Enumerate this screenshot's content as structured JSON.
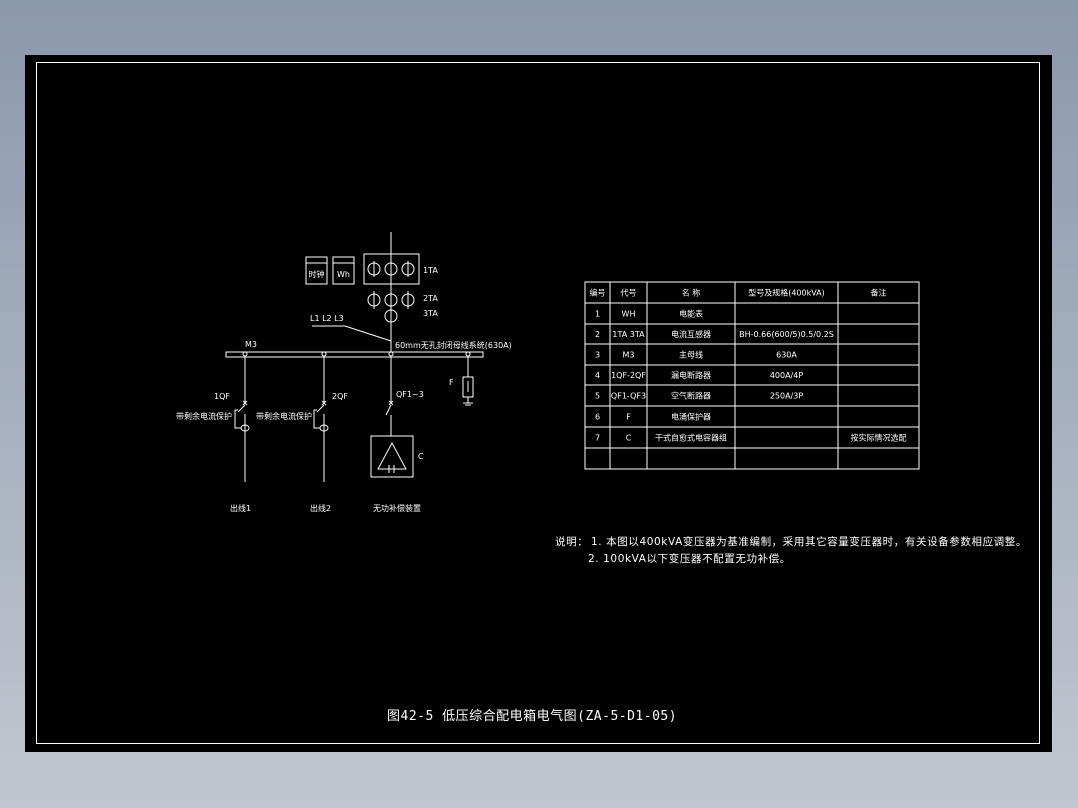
{
  "drawing_title": "图42-5 低压综合配电箱电气图(ZA-5-D1-05)",
  "diagram": {
    "meters": [
      {
        "label": "时钟",
        "semantic": "clock-meter"
      },
      {
        "label": "Wh",
        "semantic": "watt-hour-meter"
      }
    ],
    "ct_labels": {
      "ct1": "1TA",
      "ct2": "2TA",
      "ct3": "3TA"
    },
    "phase_label": "L1 L2 L3",
    "busbar_label": "M3",
    "busbar_desc": "60mm无孔封闭母线系统(630A)",
    "branches": [
      {
        "breaker": "1QF",
        "protection": "带剩余电流保护",
        "outlet": "出线1"
      },
      {
        "breaker": "2QF",
        "protection": "带剩余电流保护",
        "outlet": "出线2"
      },
      {
        "breaker": "QF1~3",
        "device": "C",
        "outlet": "无功补偿装置"
      }
    ],
    "surge_label": "F"
  },
  "table": {
    "headers": [
      "编号",
      "代号",
      "名 称",
      "型号及规格(400kVA)",
      "备注"
    ],
    "rows": [
      [
        "1",
        "WH",
        "电能表",
        "",
        ""
      ],
      [
        "2",
        "1TA 3TA",
        "电流互感器",
        "BH-0.66(600/5)0.5/0.2S",
        ""
      ],
      [
        "3",
        "M3",
        "主母线",
        "630A",
        ""
      ],
      [
        "4",
        "1QF-2QF",
        "漏电断路器",
        "400A/4P",
        ""
      ],
      [
        "5",
        "QF1-QF3",
        "空气断路器",
        "250A/3P",
        ""
      ],
      [
        "6",
        "F",
        "电涌保护器",
        "",
        ""
      ],
      [
        "7",
        "C",
        "干式自愈式电容器组",
        "",
        "按实际情况选配"
      ],
      [
        "",
        "",
        "",
        "",
        ""
      ]
    ]
  },
  "notes": {
    "prefix": "说明：",
    "line1": "1. 本图以400kVA变压器为基准编制，采用其它容量变压器时，有关设备参数相应调整。",
    "line2": "2. 100kVA以下变压器不配置无功补偿。"
  }
}
